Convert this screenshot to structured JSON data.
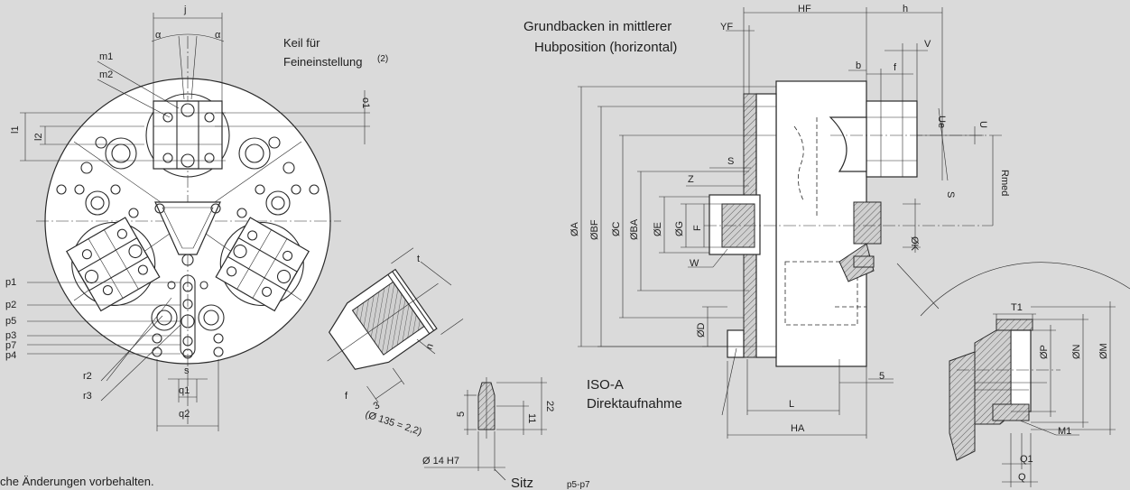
{
  "front_view": {
    "title_lines": [
      "Keil für",
      "Feineinstellung"
    ],
    "title_sup": "(2)",
    "labels": {
      "j": "j",
      "alpha_left": "α",
      "alpha_right": "α",
      "m1": "m1",
      "m2": "m2",
      "o1": "o1",
      "l1": "l1",
      "l2": "l2",
      "p1": "p1",
      "p2": "p2",
      "p5": "p5",
      "p3": "p3",
      "p7": "p7",
      "p4": "p4",
      "r2": "r2",
      "r3": "r3",
      "s": "s",
      "q1": "q1",
      "q2": "q2"
    }
  },
  "wedge_detail": {
    "labels": {
      "t": "t",
      "n": "n",
      "f": "f",
      "angle": "3",
      "ratio": "(Ø 135 = 2,2)"
    }
  },
  "pin_detail": {
    "labels": {
      "h5": "5",
      "h22": "22",
      "h11": "11",
      "dia": "Ø 14 H7",
      "seat": "Sitz"
    },
    "footnote": "p5-p7"
  },
  "side_view": {
    "title_lines": [
      "Grundbacken in mittlerer",
      "Hubposition (horizontal)"
    ],
    "iso_lines": [
      "ISO-A",
      "Direktaufnahme"
    ],
    "labels": {
      "YF": "YF",
      "HF": "HF",
      "h": "h",
      "V": "V",
      "f": "f",
      "b": "b",
      "U": "U",
      "Ue": "Ue",
      "S_top": "S",
      "Rmed": "Rmed",
      "A": "ØA",
      "BF": "ØBF",
      "C": "ØC",
      "BA": "ØBA",
      "E": "ØE",
      "G": "ØG",
      "F": "F",
      "K": "ØK",
      "Z": "Z",
      "S_mid": "S",
      "W": "W",
      "D": "ØD",
      "L": "L",
      "HA": "HA",
      "five": "5"
    }
  },
  "detail_view": {
    "labels": {
      "T1": "T1",
      "P": "ØP",
      "N": "ØN",
      "M": "ØM",
      "M1": "M1",
      "Q1": "Q1",
      "Q": "Q"
    }
  },
  "footer_note": "che Änderungen vorbehalten."
}
